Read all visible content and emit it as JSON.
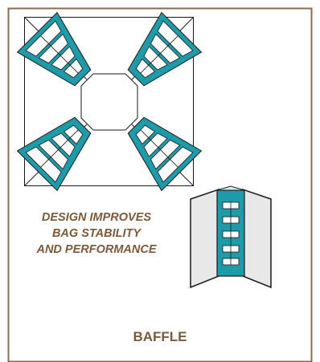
{
  "caption": {
    "line1": "DESIGN IMPROVES",
    "line2": "BAG STABILITY",
    "line3": "AND PERFORMANCE"
  },
  "title": "BAFFLE",
  "colors": {
    "frame": "#8a6d4e",
    "teal": "#1e9aa8",
    "text": "#7a5a3a",
    "stroke": "#1a1a1a",
    "panel": "#e8e8e8"
  },
  "icons": {
    "top_view": "baffle-top-view-diagram",
    "side_view": "baffle-side-view-diagram"
  }
}
